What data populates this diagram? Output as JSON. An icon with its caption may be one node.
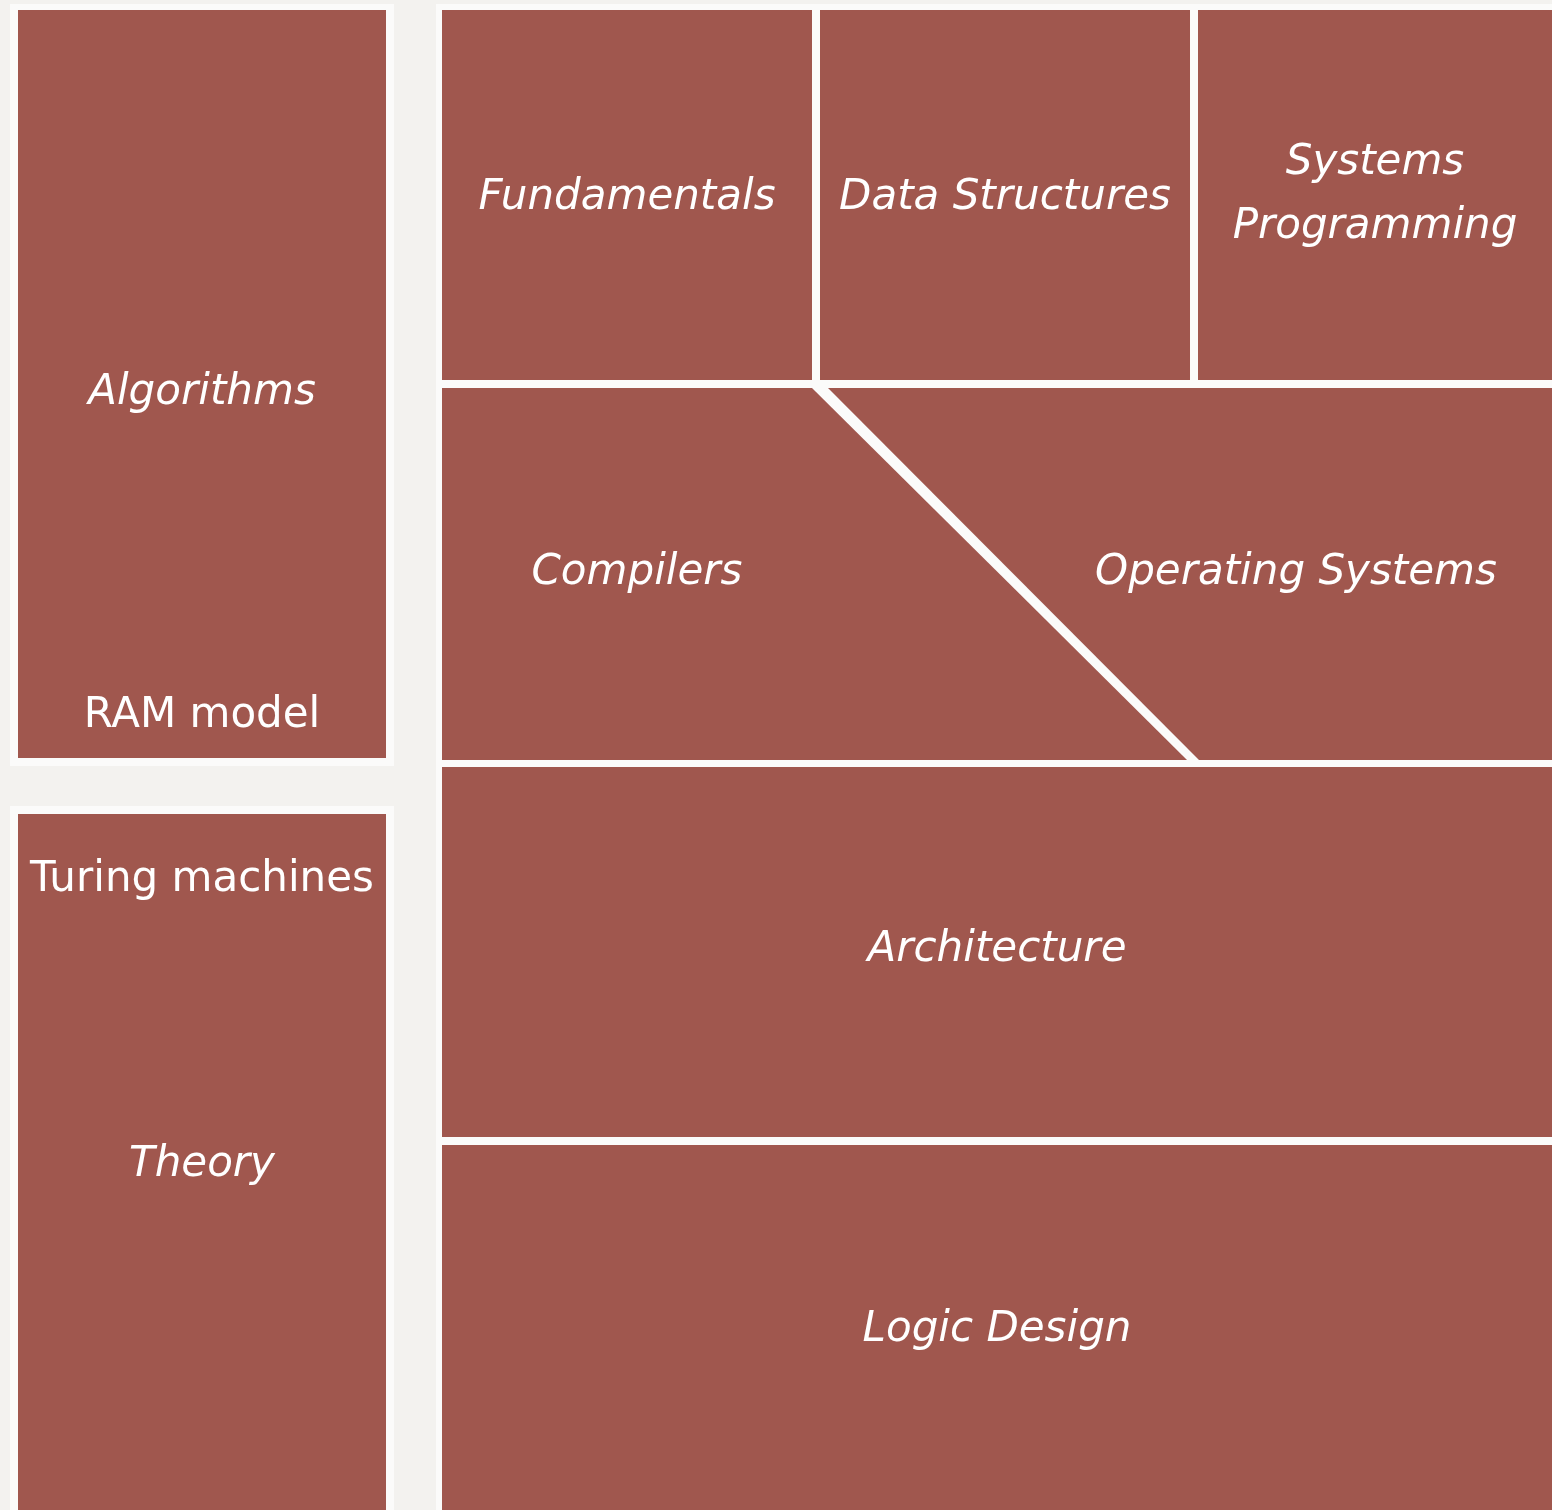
{
  "diagram": {
    "nodes": [
      {
        "text": [
          "Algorithms",
          "RAM model"
        ]
      },
      {
        "text": [
          "Turing machines",
          "Theory"
        ]
      },
      {
        "text": [
          "Fundamentals"
        ]
      },
      {
        "text": [
          "Data Structures"
        ]
      },
      {
        "text": [
          "Systems Programming"
        ]
      },
      {
        "text": [
          "Compilers"
        ]
      },
      {
        "text": [
          "Operating Systems"
        ]
      },
      {
        "text": [
          "Architecture"
        ]
      },
      {
        "text": [
          "Logic Design"
        ]
      }
    ]
  }
}
